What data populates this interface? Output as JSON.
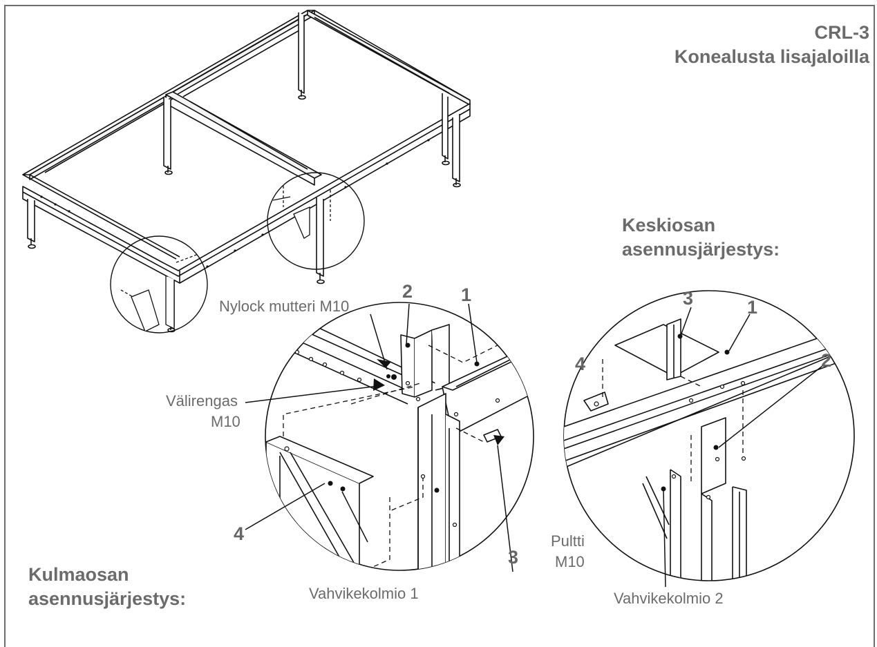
{
  "title": {
    "code": "CRL-3",
    "name": "Konealusta lisajaloilla"
  },
  "sections": {
    "center": {
      "line1": "Keskiosan",
      "line2": "asennusjärjestys:"
    },
    "corner": {
      "line1": "Kulmaosan",
      "line2": "asennusjärjestys:"
    }
  },
  "corner_detail": {
    "nut_label": "Nylock mutteri M10",
    "washer_label_1": "Välirengas",
    "washer_label_2": "M10",
    "bolt_label_1": "Pultti",
    "bolt_label_2": "M10",
    "brace_label": "Vahvikekolmio 1",
    "numbers": {
      "n1": "1",
      "n2": "2",
      "n3": "3",
      "n4": "4"
    }
  },
  "center_detail": {
    "brace_label": "Vahvikekolmio 2",
    "numbers": {
      "n1": "1",
      "n2": "2",
      "n3": "3",
      "n4": "4"
    }
  },
  "colors": {
    "text": "#6b6b6b",
    "line": "#111111",
    "frame": "#6d6d6d"
  }
}
